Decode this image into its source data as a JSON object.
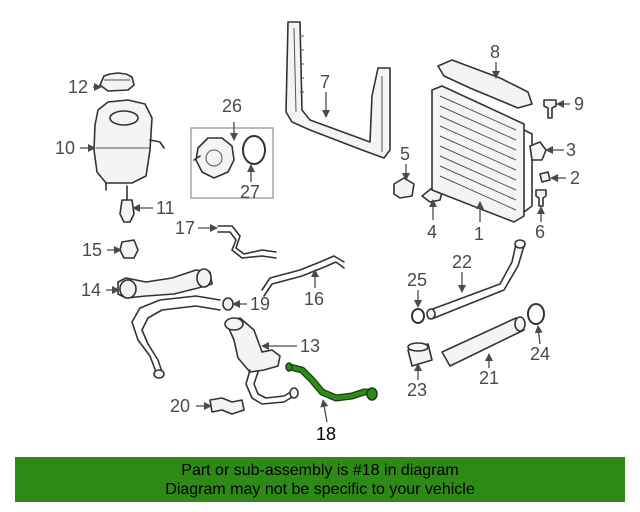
{
  "labels": {
    "p1": "1",
    "p2": "2",
    "p3": "3",
    "p4": "4",
    "p5": "5",
    "p6": "6",
    "p7": "7",
    "p8": "8",
    "p9": "9",
    "p10": "10",
    "p11": "11",
    "p12": "12",
    "p13": "13",
    "p14": "14",
    "p15": "15",
    "p16": "16",
    "p17": "17",
    "p18": "18",
    "p19": "19",
    "p20": "20",
    "p21": "21",
    "p22": "22",
    "p23": "23",
    "p24": "24",
    "p25": "25",
    "p26": "26",
    "p27": "27"
  },
  "highlight_color": "#2e8a17",
  "banner": {
    "line1": "Part or sub-assembly is #18 in diagram",
    "line2": "Diagram may not be specific to your vehicle"
  }
}
